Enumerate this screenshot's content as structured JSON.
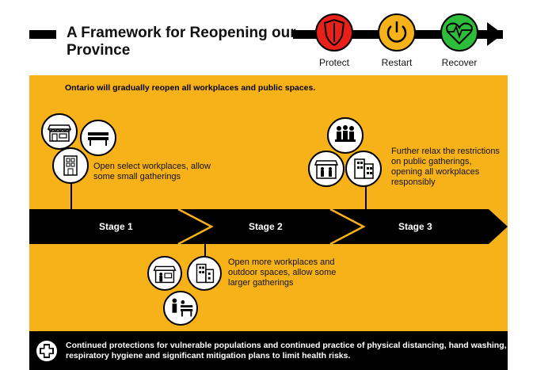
{
  "header": {
    "title": "A Framework for Reopening our Province",
    "phases": [
      {
        "label": "Protect",
        "color": "#e8201a",
        "icon": "shield-icon"
      },
      {
        "label": "Restart",
        "color": "#f7b21a",
        "icon": "power-icon"
      },
      {
        "label": "Recover",
        "color": "#2ebd3a",
        "icon": "heart-pulse-icon"
      }
    ]
  },
  "intro": "Ontario will gradually reopen all workplaces and public spaces.",
  "stages": [
    {
      "label": "Stage 1",
      "description": "Open select workplaces, allow some small gatherings",
      "icons": [
        "storefront-icon",
        "park-bench-icon",
        "office-building-icon"
      ]
    },
    {
      "label": "Stage 2",
      "description": "Open more workplaces and outdoor spaces, allow some larger gatherings",
      "icons": [
        "storefront-icon",
        "office-building-icon",
        "people-bench-icon"
      ]
    },
    {
      "label": "Stage 3",
      "description": "Further relax the restrictions on public gatherings, opening all workplaces responsibly",
      "icons": [
        "people-group-icon",
        "storefront-people-icon",
        "office-building-icon"
      ]
    }
  ],
  "footer": {
    "text": "Continued protections for vulnerable populations and continued practice of physical distancing, hand washing, respiratory hygiene and significant mitigation plans to limit health risks.",
    "icon": "plus-cross-icon"
  },
  "colors": {
    "panel": "#f7b21a",
    "band": "#000000",
    "chevron": "#f7b21a"
  }
}
